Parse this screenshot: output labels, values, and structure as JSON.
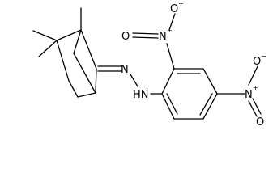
{
  "molecule": {
    "atoms": {
      "hn": "HN",
      "n_hydrazone": "N",
      "nitro_top_n": "N",
      "nitro_top_o_double": "O",
      "nitro_top_o_single": "O",
      "nitro_right_n": "N",
      "nitro_right_o_double": "O",
      "nitro_right_o_single": "O"
    },
    "charges": {
      "nitro_top_n": "+",
      "nitro_top_o": "−",
      "nitro_right_n": "+",
      "nitro_right_o": "−"
    }
  }
}
